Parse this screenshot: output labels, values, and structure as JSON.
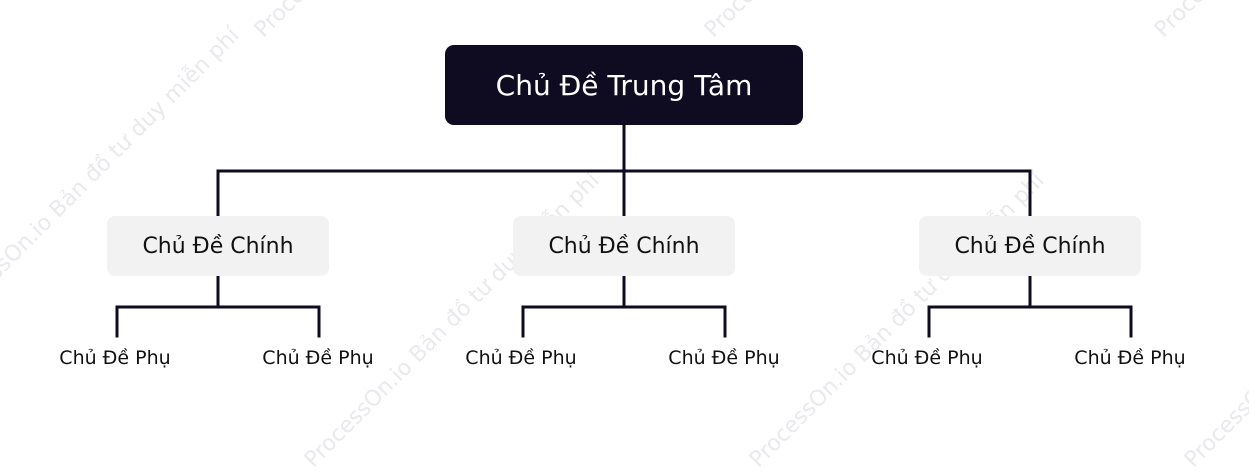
{
  "central": {
    "label": "Chủ Đề Trung Tâm"
  },
  "main_topics": [
    {
      "label": "Chủ Đề Chính",
      "subtopics": [
        {
          "label": "Chủ Đề Phụ"
        },
        {
          "label": "Chủ Đề Phụ"
        }
      ]
    },
    {
      "label": "Chủ Đề Chính",
      "subtopics": [
        {
          "label": "Chủ Đề Phụ"
        },
        {
          "label": "Chủ Đề Phụ"
        }
      ]
    },
    {
      "label": "Chủ Đề Chính",
      "subtopics": [
        {
          "label": "Chủ Đề Phụ"
        },
        {
          "label": "Chủ Đề Phụ"
        }
      ]
    }
  ],
  "watermark": {
    "text": "ProcessOn.io Bản đồ tư duy miễn phí"
  },
  "colors": {
    "central_bg": "#0f0c22",
    "central_text": "#ffffff",
    "main_bg": "#f2f2f2",
    "line": "#0f0c22",
    "watermark": "#e9e9ee"
  }
}
